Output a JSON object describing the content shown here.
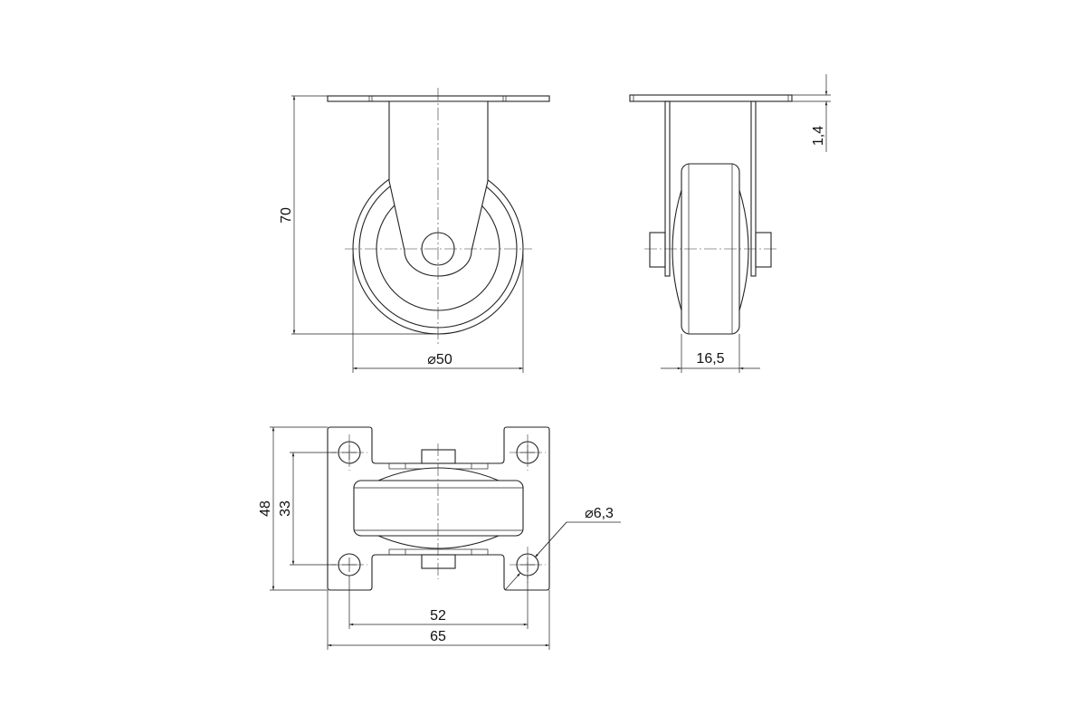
{
  "drawing": {
    "title": "Fixed castor technical drawing",
    "front_view": {
      "height": "70",
      "wheel_diameter": "⌀50"
    },
    "side_view": {
      "wheel_width": "16,5",
      "plate_thickness": "1,4"
    },
    "top_view": {
      "plate_length": "48",
      "hole_spacing_y": "33",
      "hole_spacing_x": "52",
      "plate_width": "65",
      "hole_diameter": "⌀6,3"
    },
    "colors": {
      "line": "#222222",
      "background": "#ffffff"
    }
  }
}
